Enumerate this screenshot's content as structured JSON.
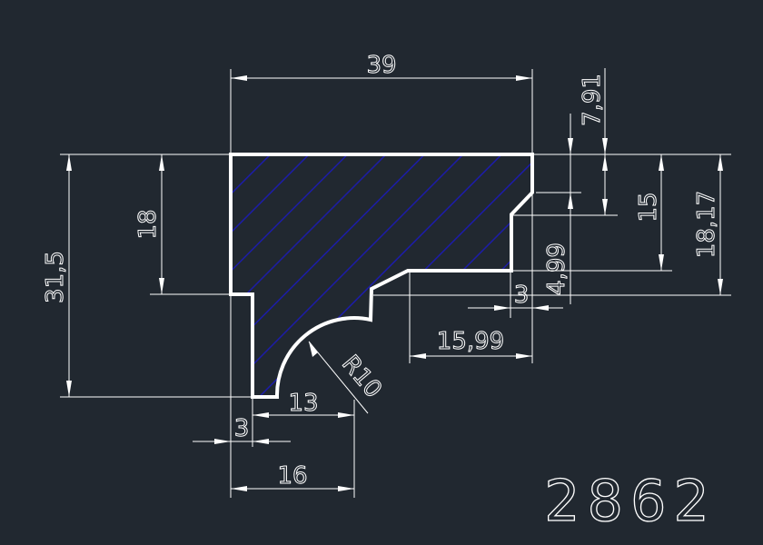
{
  "drawing": {
    "part_number": "2862",
    "hatch_color": "#1c1ca8",
    "outline_color": "#ffffff",
    "background_color": "#212830",
    "dimensions": {
      "overall_width": "39",
      "top_chamfer_height": "7,91",
      "left_step_height": "18",
      "overall_height": "31,5",
      "right_height_15": "15",
      "right_height_18_17": "18,17",
      "step_height": "4,99",
      "step_width_right": "3",
      "bottom_right_width": "15,99",
      "radius": "R10",
      "arc_width": "13",
      "foot_width": "3",
      "bottom_width": "16"
    }
  }
}
